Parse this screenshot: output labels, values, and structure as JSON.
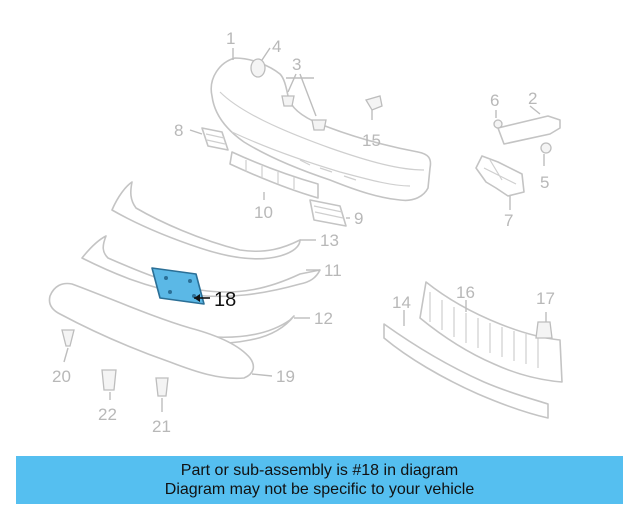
{
  "diagram": {
    "callouts": [
      "1",
      "2",
      "3",
      "4",
      "5",
      "6",
      "7",
      "8",
      "9",
      "10",
      "11",
      "12",
      "13",
      "14",
      "15",
      "16",
      "17",
      "18",
      "19",
      "20",
      "21",
      "22"
    ],
    "highlighted_callout": "18",
    "highlight_color": "#5bb8e6"
  },
  "banner": {
    "line1": "Part or sub-assembly is #18 in diagram",
    "line2": "Diagram may not be specific to your vehicle",
    "background": "#55bff0"
  }
}
